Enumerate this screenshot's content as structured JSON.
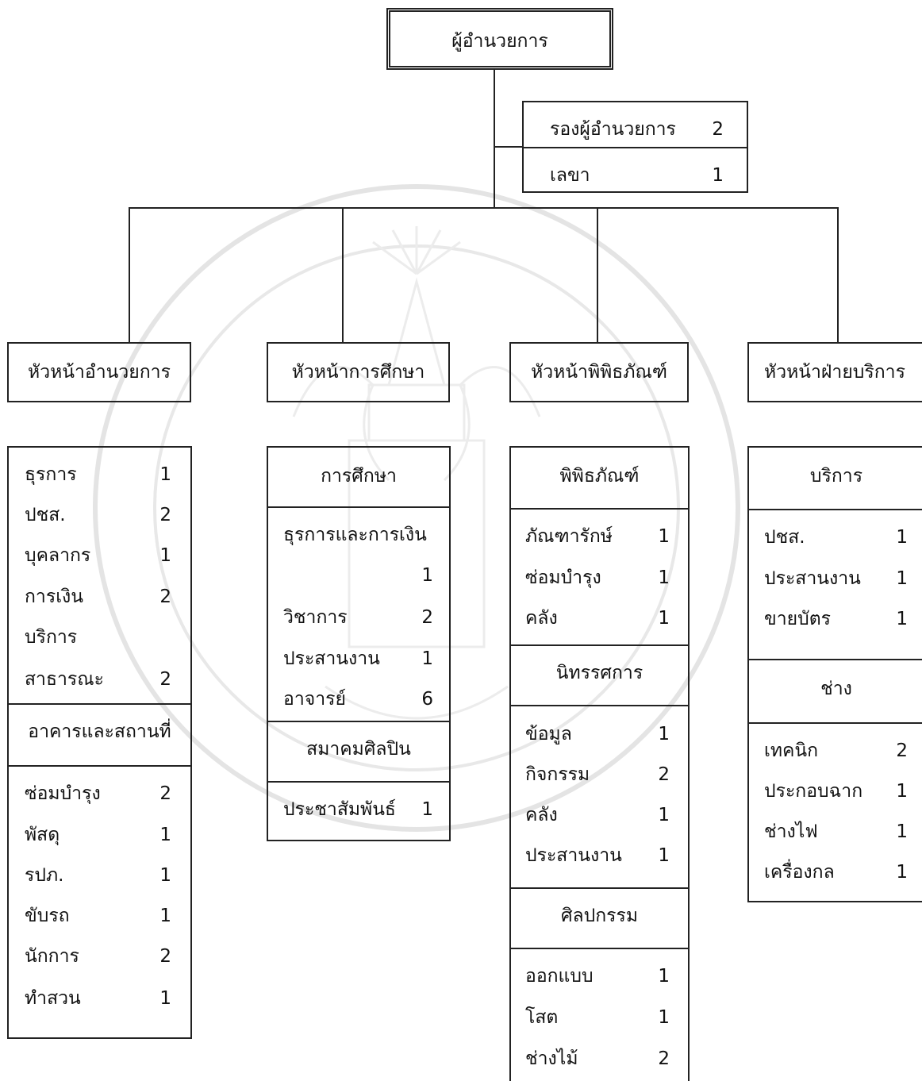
{
  "director": "ผู้อำนวยการ",
  "deputy": {
    "rows": [
      {
        "label": "รองผู้อำนวยการ",
        "count": "2"
      },
      {
        "label": "เลขา",
        "count": "1"
      }
    ]
  },
  "heads": [
    "หัวหน้าอำนวยการ",
    "หัวหน้าการศึกษา",
    "หัวหน้าพิพิธภัณฑ์",
    "หัวหน้าฝ่ายบริการ"
  ],
  "col1": {
    "rows": [
      {
        "label": "ธุรการ",
        "count": "1"
      },
      {
        "label": "ปชส.",
        "count": "2"
      },
      {
        "label": "บุคลากร",
        "count": "1"
      },
      {
        "label": "การเงิน",
        "count": "2"
      },
      {
        "label": "บริการ",
        "count": ""
      },
      {
        "label": "สาธารณะ",
        "count": "2"
      }
    ],
    "section2_title": "อาคารและสถานที่",
    "rows2": [
      {
        "label": "ซ่อมบำรุง",
        "count": "2"
      },
      {
        "label": "พัสดุ",
        "count": "1"
      },
      {
        "label": "รปภ.",
        "count": "1"
      },
      {
        "label": "ขับรถ",
        "count": "1"
      },
      {
        "label": "นักการ",
        "count": "2"
      },
      {
        "label": "ทำสวน",
        "count": "1"
      }
    ]
  },
  "col2": {
    "title": "การศึกษา",
    "rows": [
      {
        "label": "ธุรการและการเงิน",
        "count": ""
      },
      {
        "label": "",
        "count": "1"
      },
      {
        "label": "วิชาการ",
        "count": "2"
      },
      {
        "label": "ประสานงาน",
        "count": "1"
      },
      {
        "label": "อาจารย์",
        "count": "6"
      }
    ],
    "section2_title": "สมาคมศิลปิน",
    "rows2": [
      {
        "label": "ประชาสัมพันธ์",
        "count": "1"
      }
    ]
  },
  "col3": {
    "title": "พิพิธภัณฑ์",
    "rows": [
      {
        "label": "ภัณฑารักษ์",
        "count": "1"
      },
      {
        "label": "ซ่อมบำรุง",
        "count": "1"
      },
      {
        "label": "คลัง",
        "count": "1"
      }
    ],
    "section2_title": "นิทรรศการ",
    "rows2": [
      {
        "label": "ข้อมูล",
        "count": "1"
      },
      {
        "label": "กิจกรรม",
        "count": "2"
      },
      {
        "label": "คลัง",
        "count": "1"
      },
      {
        "label": "ประสานงาน",
        "count": "1"
      }
    ],
    "section3_title": "ศิลปกรรม",
    "rows3": [
      {
        "label": "ออกแบบ",
        "count": "1"
      },
      {
        "label": "โสต",
        "count": "1"
      },
      {
        "label": "ช่างไม้",
        "count": "2"
      }
    ]
  },
  "col4": {
    "title": "บริการ",
    "rows": [
      {
        "label": "ปชส.",
        "count": "1"
      },
      {
        "label": "ประสานงาน",
        "count": "1"
      },
      {
        "label": "ขายบัตร",
        "count": "1"
      }
    ],
    "section2_title": "ช่าง",
    "rows2": [
      {
        "label": "เทคนิก",
        "count": "2"
      },
      {
        "label": "ประกอบฉาก",
        "count": "1"
      },
      {
        "label": "ช่างไฟ",
        "count": "1"
      },
      {
        "label": "เครื่องกล",
        "count": "1"
      }
    ]
  }
}
